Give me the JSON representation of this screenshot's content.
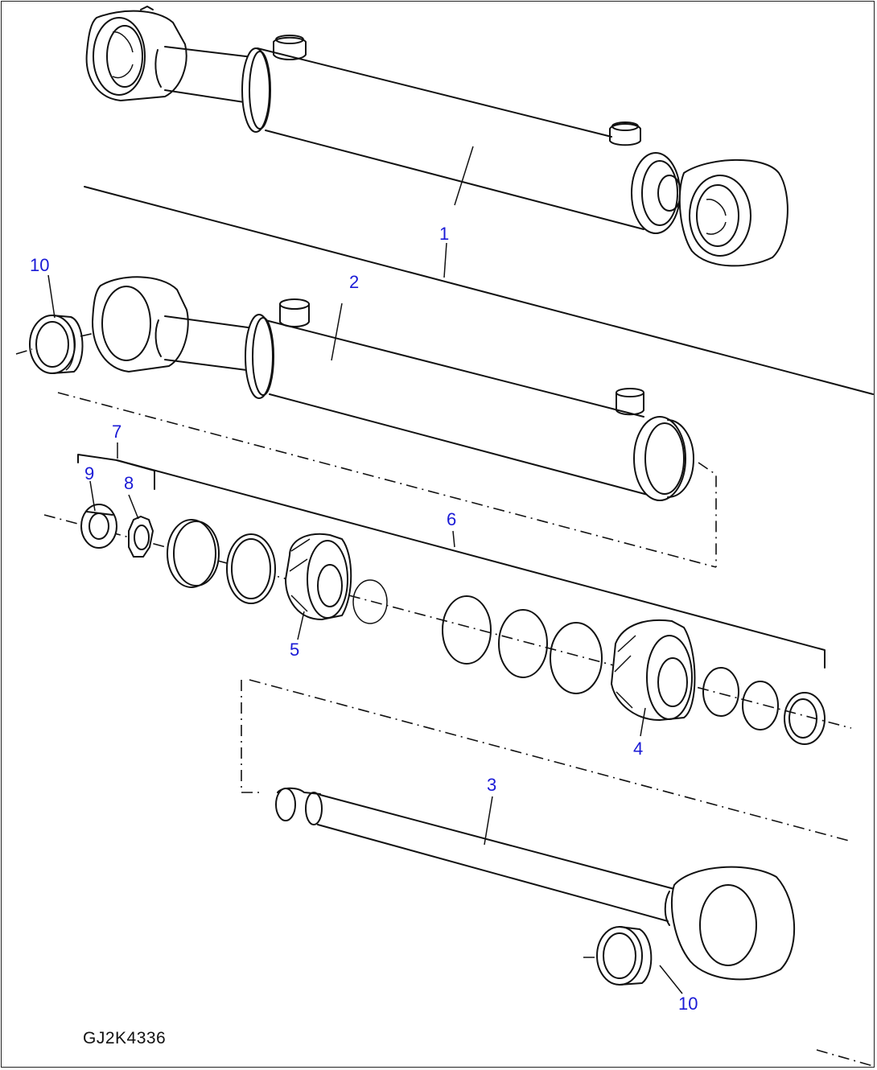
{
  "figure_id": "GJ2K4336",
  "callouts": {
    "c1": "1",
    "c2": "2",
    "c3": "3",
    "c4": "4",
    "c5": "5",
    "c6": "6",
    "c7": "7",
    "c8": "8",
    "c9": "9",
    "c10_top": "10",
    "c10_bottom": "10"
  },
  "colors": {
    "callout": "#1a1ad6",
    "line": "#111111",
    "background": "#ffffff"
  }
}
